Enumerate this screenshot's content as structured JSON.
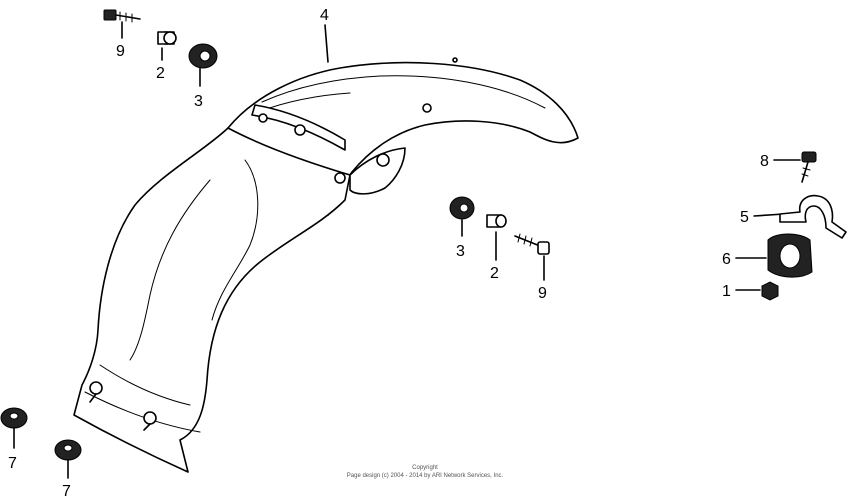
{
  "callouts": {
    "c9a": "9",
    "c2a": "2",
    "c3a": "3",
    "c4": "4",
    "c3b": "3",
    "c2b": "2",
    "c9b": "9",
    "c8": "8",
    "c5": "5",
    "c6": "6",
    "c1": "1",
    "c7a": "7",
    "c7b": "7"
  },
  "copyright": {
    "line1": "Copyright",
    "line2": "Page design (c) 2004 - 2014 by ARI Network Services, Inc."
  },
  "colors": {
    "ink": "#000000",
    "background": "#ffffff"
  }
}
